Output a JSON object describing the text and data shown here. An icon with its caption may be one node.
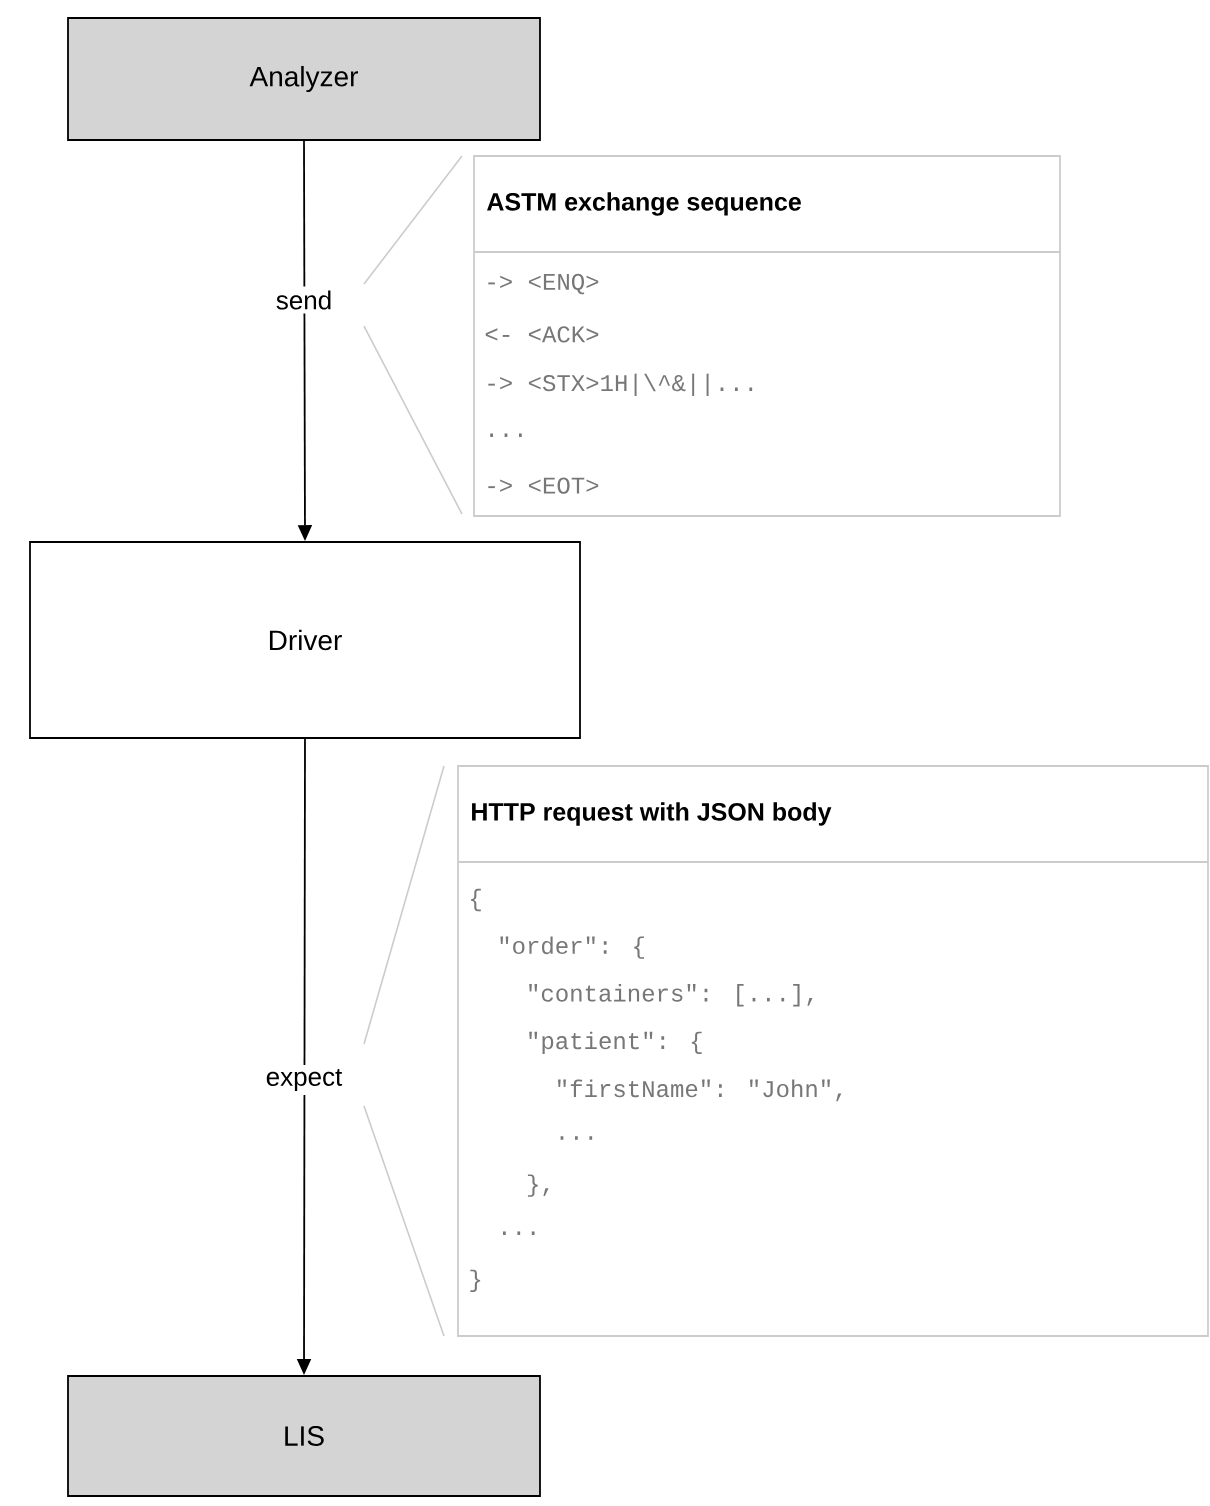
{
  "diagram": {
    "nodes": [
      {
        "text": [
          "Analyzer"
        ]
      },
      {
        "text": [
          "ASTM exchange sequence",
          "-> <ENQ>",
          "<- <ACK>",
          "-> <STX>1H|\\^&||...",
          "...",
          "-> <EOT>"
        ]
      },
      {
        "text": [
          "Driver"
        ]
      },
      {
        "text": [
          "HTTP request with JSON body",
          "{",
          "\"order\": {",
          "\"containers\": [...],",
          "\"patient\": {",
          "\"firstName\": \"John\",",
          "...",
          "},",
          "...",
          "}"
        ]
      },
      {
        "text": [
          "LIS"
        ]
      }
    ],
    "edges": [
      {
        "from": 0,
        "to": 2,
        "arrow": "to",
        "label": "send"
      },
      {
        "from": 2,
        "to": 4,
        "arrow": "to",
        "label": "expect"
      }
    ]
  }
}
